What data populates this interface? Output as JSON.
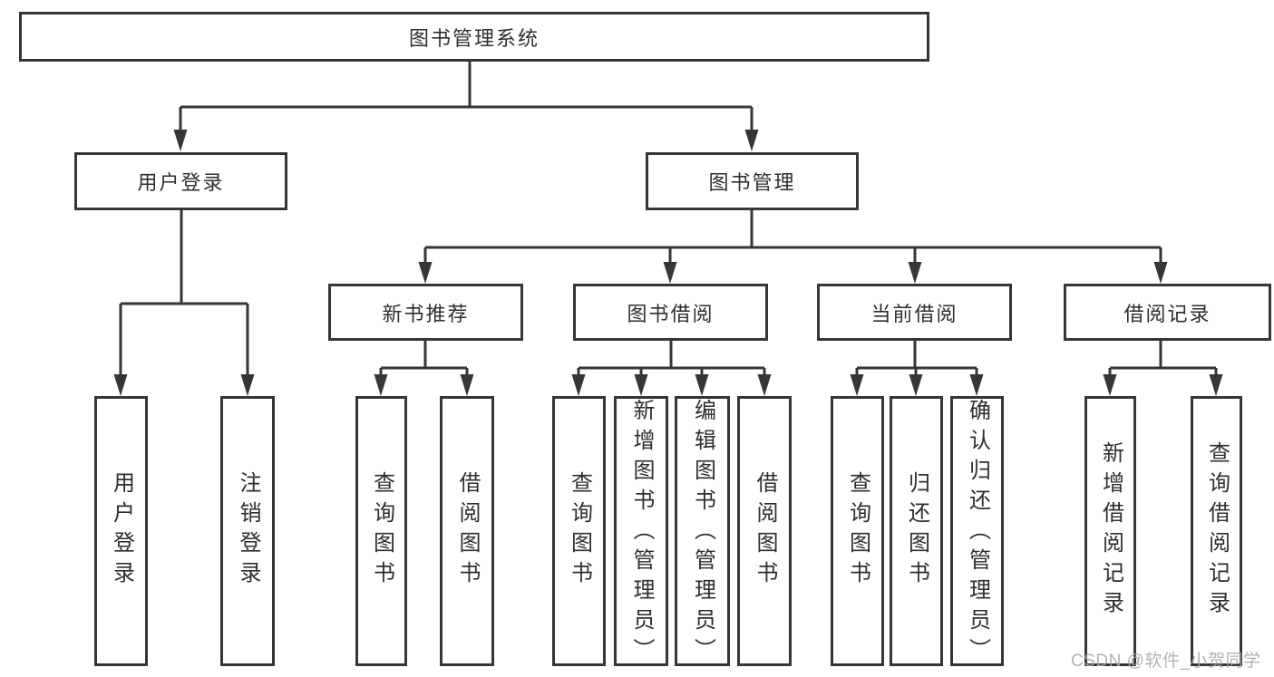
{
  "watermark": "CSDN @软件_小贺同学",
  "colors": {
    "line": "#363636",
    "text": "#2e2e2e",
    "box_background": "#ffffff",
    "watermark": "#aaaaaa"
  },
  "diagram": {
    "root": {
      "label": "图书管理系统"
    },
    "branches": [
      {
        "label": "用户登录",
        "children": [
          {
            "label": "用户登录"
          },
          {
            "label": "注销登录"
          }
        ]
      },
      {
        "label": "图书管理",
        "children": [
          {
            "label": "新书推荐",
            "children": [
              {
                "label": "查询图书"
              },
              {
                "label": "借阅图书"
              }
            ]
          },
          {
            "label": "图书借阅",
            "children": [
              {
                "label": "查询图书"
              },
              {
                "label": "新增图书（管理员）"
              },
              {
                "label": "编辑图书（管理员）"
              },
              {
                "label": "借阅图书"
              }
            ]
          },
          {
            "label": "当前借阅",
            "children": [
              {
                "label": "查询图书"
              },
              {
                "label": "归还图书"
              },
              {
                "label": "确认归还（管理员）"
              }
            ]
          },
          {
            "label": "借阅记录",
            "children": [
              {
                "label": "新增借阅记录"
              },
              {
                "label": "查询借阅记录"
              }
            ]
          }
        ]
      }
    ]
  }
}
